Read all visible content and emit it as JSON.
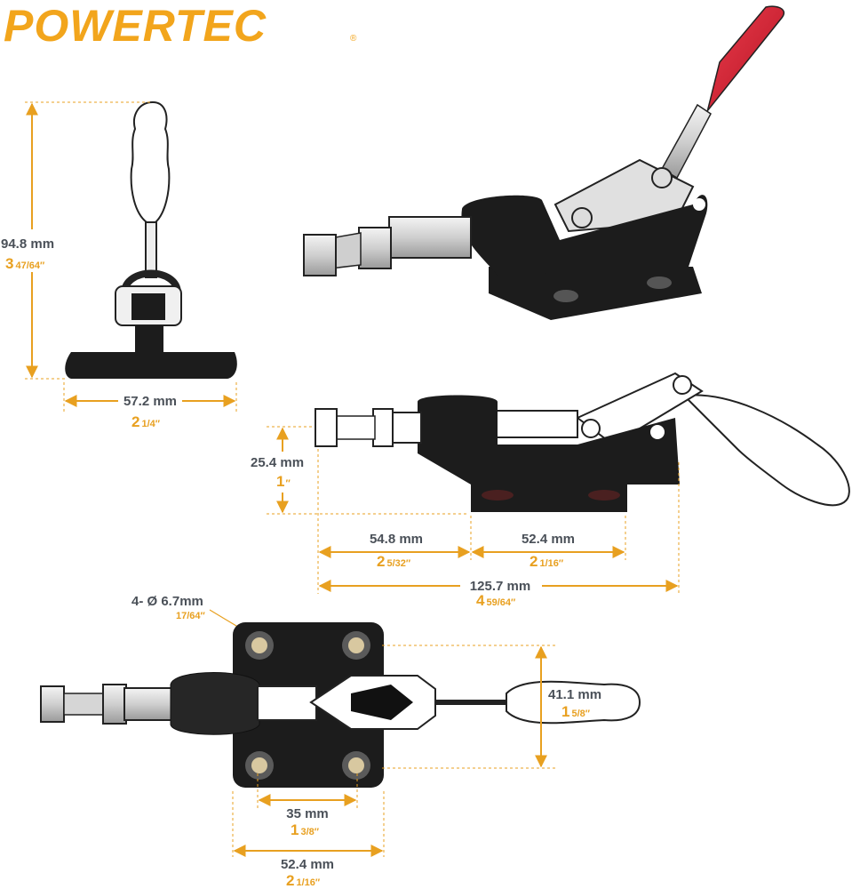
{
  "brand": {
    "name": "POWERTEC",
    "registered": "®"
  },
  "colors": {
    "brand": "#f2a51c",
    "dimension_line": "#e8a020",
    "text_dark": "#4a5058",
    "clamp_body": "#1c1c1c",
    "handle_grip": "#d81e2c",
    "steel": "#dcdcdc"
  },
  "dimensions": {
    "height": {
      "metric": "94.8 mm",
      "whole": "3",
      "fraction": "47/64″"
    },
    "base_width": {
      "metric": "57.2 mm",
      "whole": "2",
      "fraction": "1/4″"
    },
    "base_height": {
      "metric": "25.4 mm",
      "whole": "1",
      "fraction": "″"
    },
    "plunger_reach": {
      "metric": "54.8 mm",
      "whole": "2",
      "fraction": "5/32″"
    },
    "base_length": {
      "metric": "52.4 mm",
      "whole": "2",
      "fraction": "1/16″"
    },
    "total_length": {
      "metric": "125.7 mm",
      "whole": "4",
      "fraction": "59/64″"
    },
    "hole_diameter": {
      "metric": "4- Ø 6.7mm",
      "fraction": "17/64″"
    },
    "handle_width": {
      "metric": "41.1 mm",
      "whole": "1",
      "fraction": "5/8″"
    },
    "hole_spacing": {
      "metric": "35 mm",
      "whole": "1",
      "fraction": "3/8″"
    },
    "plate_width": {
      "metric": "52.4 mm",
      "whole": "2",
      "fraction": "1/16″"
    }
  }
}
